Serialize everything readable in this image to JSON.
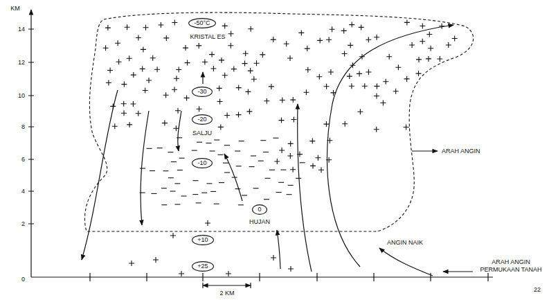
{
  "diagram": {
    "nodes": [
      {
        "text": [
          "-50°C"
        ]
      },
      {
        "text": [
          "-30"
        ]
      },
      {
        "text": [
          "-20"
        ]
      },
      {
        "text": [
          "-10"
        ]
      },
      {
        "text": [
          "0"
        ]
      },
      {
        "text": [
          "+10"
        ]
      },
      {
        "text": [
          "+25"
        ]
      }
    ],
    "labels": [
      "KM",
      "14",
      "12",
      "10",
      "8",
      "6",
      "4",
      "2",
      "0",
      "KRISTAL ES",
      "SALJU",
      "HUJAN",
      "ARAH ANGIN",
      "ANGIN NAIK",
      "ARAH ANGIN PERMUKAAN TANAH",
      "2 KM",
      "22"
    ]
  }
}
